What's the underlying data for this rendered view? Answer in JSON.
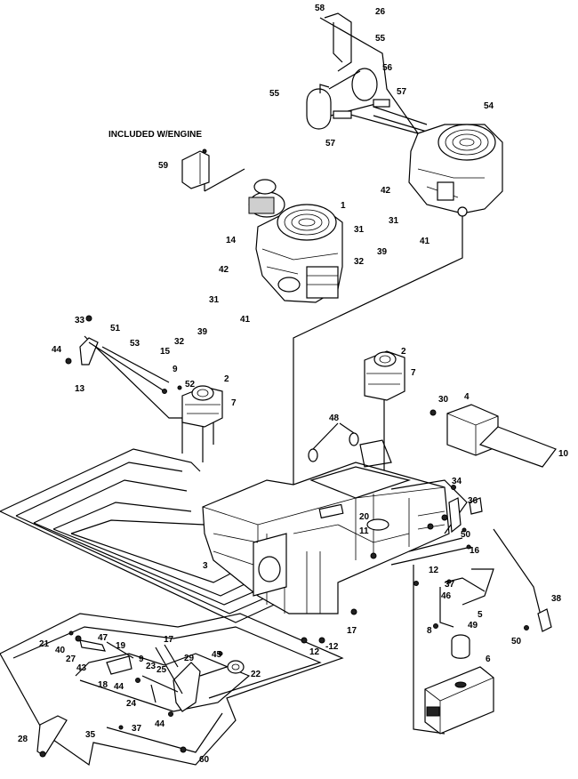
{
  "diagram": {
    "heading": "INCLUDED W/ENGINE",
    "callouts": [
      {
        "id": "c1",
        "label": "1"
      },
      {
        "id": "c2a",
        "label": "2"
      },
      {
        "id": "c2b",
        "label": "2"
      },
      {
        "id": "c3",
        "label": "3"
      },
      {
        "id": "c4",
        "label": "4"
      },
      {
        "id": "c5",
        "label": "5"
      },
      {
        "id": "c6",
        "label": "6"
      },
      {
        "id": "c7a",
        "label": "7"
      },
      {
        "id": "c7b",
        "label": "7"
      },
      {
        "id": "c8",
        "label": "8"
      },
      {
        "id": "c9a",
        "label": "9"
      },
      {
        "id": "c9b",
        "label": "9"
      },
      {
        "id": "c10",
        "label": "10"
      },
      {
        "id": "c11",
        "label": "11"
      },
      {
        "id": "c12a",
        "label": "12"
      },
      {
        "id": "c12b",
        "label": "12"
      },
      {
        "id": "c12c",
        "label": "-12"
      },
      {
        "id": "c13",
        "label": "13"
      },
      {
        "id": "c14",
        "label": "14"
      },
      {
        "id": "c15",
        "label": "15"
      },
      {
        "id": "c16",
        "label": "16"
      },
      {
        "id": "c17a",
        "label": "17"
      },
      {
        "id": "c17b",
        "label": "17"
      },
      {
        "id": "c18",
        "label": "18"
      },
      {
        "id": "c19",
        "label": "19"
      },
      {
        "id": "c20",
        "label": "20"
      },
      {
        "id": "c21",
        "label": "21"
      },
      {
        "id": "c22",
        "label": "22"
      },
      {
        "id": "c23",
        "label": "23"
      },
      {
        "id": "c24",
        "label": "24"
      },
      {
        "id": "c25",
        "label": "25"
      },
      {
        "id": "c26",
        "label": "26"
      },
      {
        "id": "c27",
        "label": "27"
      },
      {
        "id": "c28",
        "label": "28"
      },
      {
        "id": "c29",
        "label": "29"
      },
      {
        "id": "c30",
        "label": "30"
      },
      {
        "id": "c31a",
        "label": "31"
      },
      {
        "id": "c31b",
        "label": "31"
      },
      {
        "id": "c31c",
        "label": "31"
      },
      {
        "id": "c32a",
        "label": "32"
      },
      {
        "id": "c32b",
        "label": "32"
      },
      {
        "id": "c33",
        "label": "33"
      },
      {
        "id": "c34",
        "label": "34"
      },
      {
        "id": "c35",
        "label": "35"
      },
      {
        "id": "c36",
        "label": "36"
      },
      {
        "id": "c37a",
        "label": "37"
      },
      {
        "id": "c37b",
        "label": "37"
      },
      {
        "id": "c38",
        "label": "38"
      },
      {
        "id": "c39a",
        "label": "39"
      },
      {
        "id": "c39b",
        "label": "39"
      },
      {
        "id": "c40",
        "label": "40"
      },
      {
        "id": "c41a",
        "label": "41"
      },
      {
        "id": "c41b",
        "label": "41"
      },
      {
        "id": "c42a",
        "label": "42"
      },
      {
        "id": "c42b",
        "label": "42"
      },
      {
        "id": "c43",
        "label": "43"
      },
      {
        "id": "c44a",
        "label": "44"
      },
      {
        "id": "c44b",
        "label": "44"
      },
      {
        "id": "c44c",
        "label": "44"
      },
      {
        "id": "c45",
        "label": "45"
      },
      {
        "id": "c46",
        "label": "46"
      },
      {
        "id": "c47",
        "label": "47"
      },
      {
        "id": "c48",
        "label": "48"
      },
      {
        "id": "c49",
        "label": "49"
      },
      {
        "id": "c50a",
        "label": "50"
      },
      {
        "id": "c50b",
        "label": "50"
      },
      {
        "id": "c51",
        "label": "51"
      },
      {
        "id": "c52",
        "label": "52"
      },
      {
        "id": "c53",
        "label": "53"
      },
      {
        "id": "c54",
        "label": "54"
      },
      {
        "id": "c55a",
        "label": "55"
      },
      {
        "id": "c55b",
        "label": "55"
      },
      {
        "id": "c56",
        "label": "56"
      },
      {
        "id": "c57a",
        "label": "57"
      },
      {
        "id": "c57b",
        "label": "57"
      },
      {
        "id": "c58",
        "label": "58"
      },
      {
        "id": "c59",
        "label": "59"
      },
      {
        "id": "c60",
        "label": "60"
      }
    ]
  }
}
